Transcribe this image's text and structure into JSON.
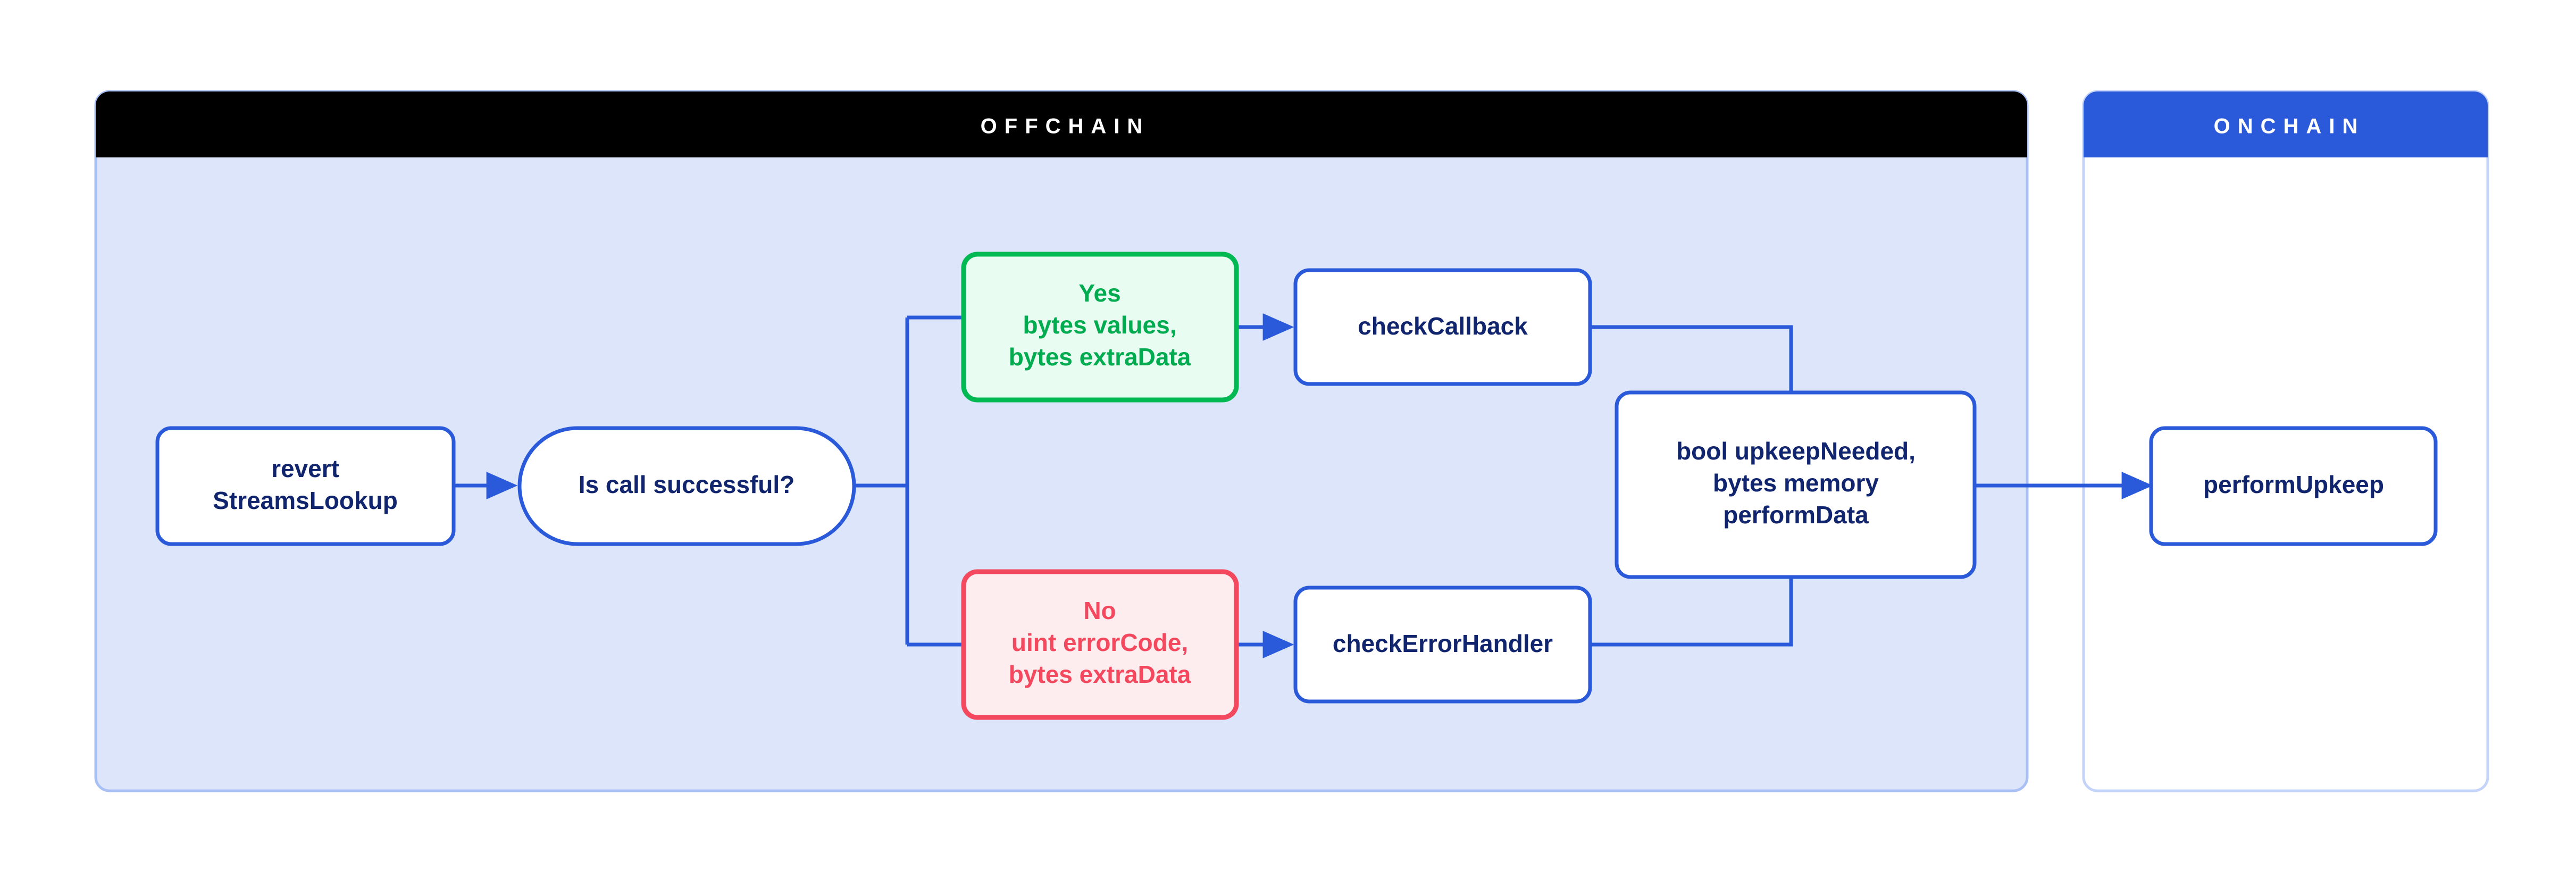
{
  "diagram": {
    "title_offchain": "OFFCHAIN",
    "title_onchain": "ONCHAIN",
    "colors": {
      "offchain_header_bg": "#000000",
      "offchain_body_bg": "#DCE5FA",
      "offchain_border": "#A9C0F5",
      "onchain_header_bg": "#2A5ADA",
      "onchain_body_bg": "#FFFFFF",
      "onchain_border": "#C3D3F9",
      "node_border": "#2A5ADA",
      "node_fill": "#FFFFFF",
      "node_text": "#11256E",
      "connector": "#2A5ADA",
      "yes_border": "#00B952",
      "yes_fill": "#E8FCF1",
      "yes_text": "#00AC4F",
      "no_border": "#F4485E",
      "no_fill": "#FDEDEF",
      "no_text": "#F4485E",
      "header_text": "#FFFFFF"
    },
    "nodes": {
      "revert": {
        "line1": "revert",
        "line2": "StreamsLookup"
      },
      "decision": {
        "label": "Is call successful?"
      },
      "yes_branch": {
        "line1": "Yes",
        "line2": "bytes values,",
        "line3": "bytes extraData"
      },
      "no_branch": {
        "line1": "No",
        "line2": "uint errorCode,",
        "line3": "bytes extraData"
      },
      "check_callback": {
        "label": "checkCallback"
      },
      "check_error_handler": {
        "label": "checkErrorHandler"
      },
      "upkeep_result": {
        "line1": "bool upkeepNeeded,",
        "line2": "bytes memory",
        "line3": "performData"
      },
      "perform_upkeep": {
        "label": "performUpkeep"
      }
    }
  }
}
